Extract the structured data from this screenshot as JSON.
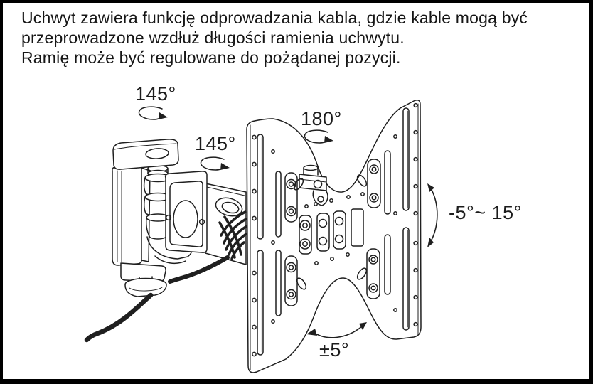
{
  "frame": {
    "border_color": "#000000",
    "background": "#ffffff"
  },
  "description": {
    "lines": [
      "Uchwyt zawiera funkcję odprowadzania kabla, gdzie kable mogą być",
      "przeprowadzone wzdłuż długości ramienia uchwytu.",
      "Ramię może być regulowane do pożądanej pozycji."
    ]
  },
  "diagram": {
    "subject": "articulating-tv-wall-mount-line-drawing",
    "line_color": "#1f1f1f",
    "annotations": [
      {
        "id": "wall-joint-swivel",
        "label": "145°"
      },
      {
        "id": "arm-joint-swivel",
        "label": "145°"
      },
      {
        "id": "plate-rotation",
        "label": "180°"
      },
      {
        "id": "tilt-range",
        "label": "-5°~ 15°"
      },
      {
        "id": "horizontal-level",
        "label": "±5°"
      }
    ]
  }
}
